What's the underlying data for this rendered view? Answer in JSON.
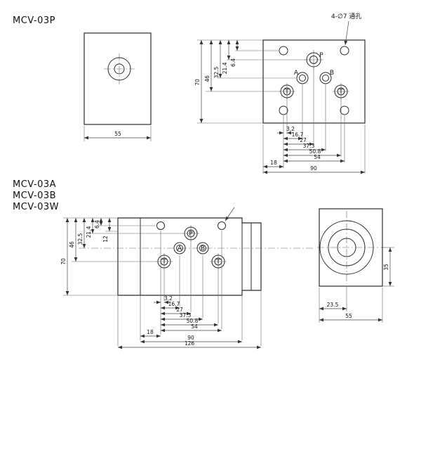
{
  "models": {
    "top": "MCV-03P",
    "bottom": [
      "MCV-03A",
      "MCV-03B",
      "MCV-03W"
    ]
  },
  "notes": {
    "through_holes": "4-∅7 通孔"
  },
  "ports": {
    "p": "P",
    "a": "A",
    "b": "B",
    "t": "T"
  },
  "dims": {
    "d3_2": "3.2",
    "d6_4": "6.4",
    "d12": "12",
    "d16_7": "16.7",
    "d18": "18",
    "d21_4": "21.4",
    "d23_5": "23.5",
    "d27": "27",
    "d32_5": "32.5",
    "d35": "35",
    "d37_3": "37.3",
    "d46": "46",
    "d50_8": "50.8",
    "d54": "54",
    "d55": "55",
    "d70": "70",
    "d90": "90",
    "d126": "126"
  }
}
